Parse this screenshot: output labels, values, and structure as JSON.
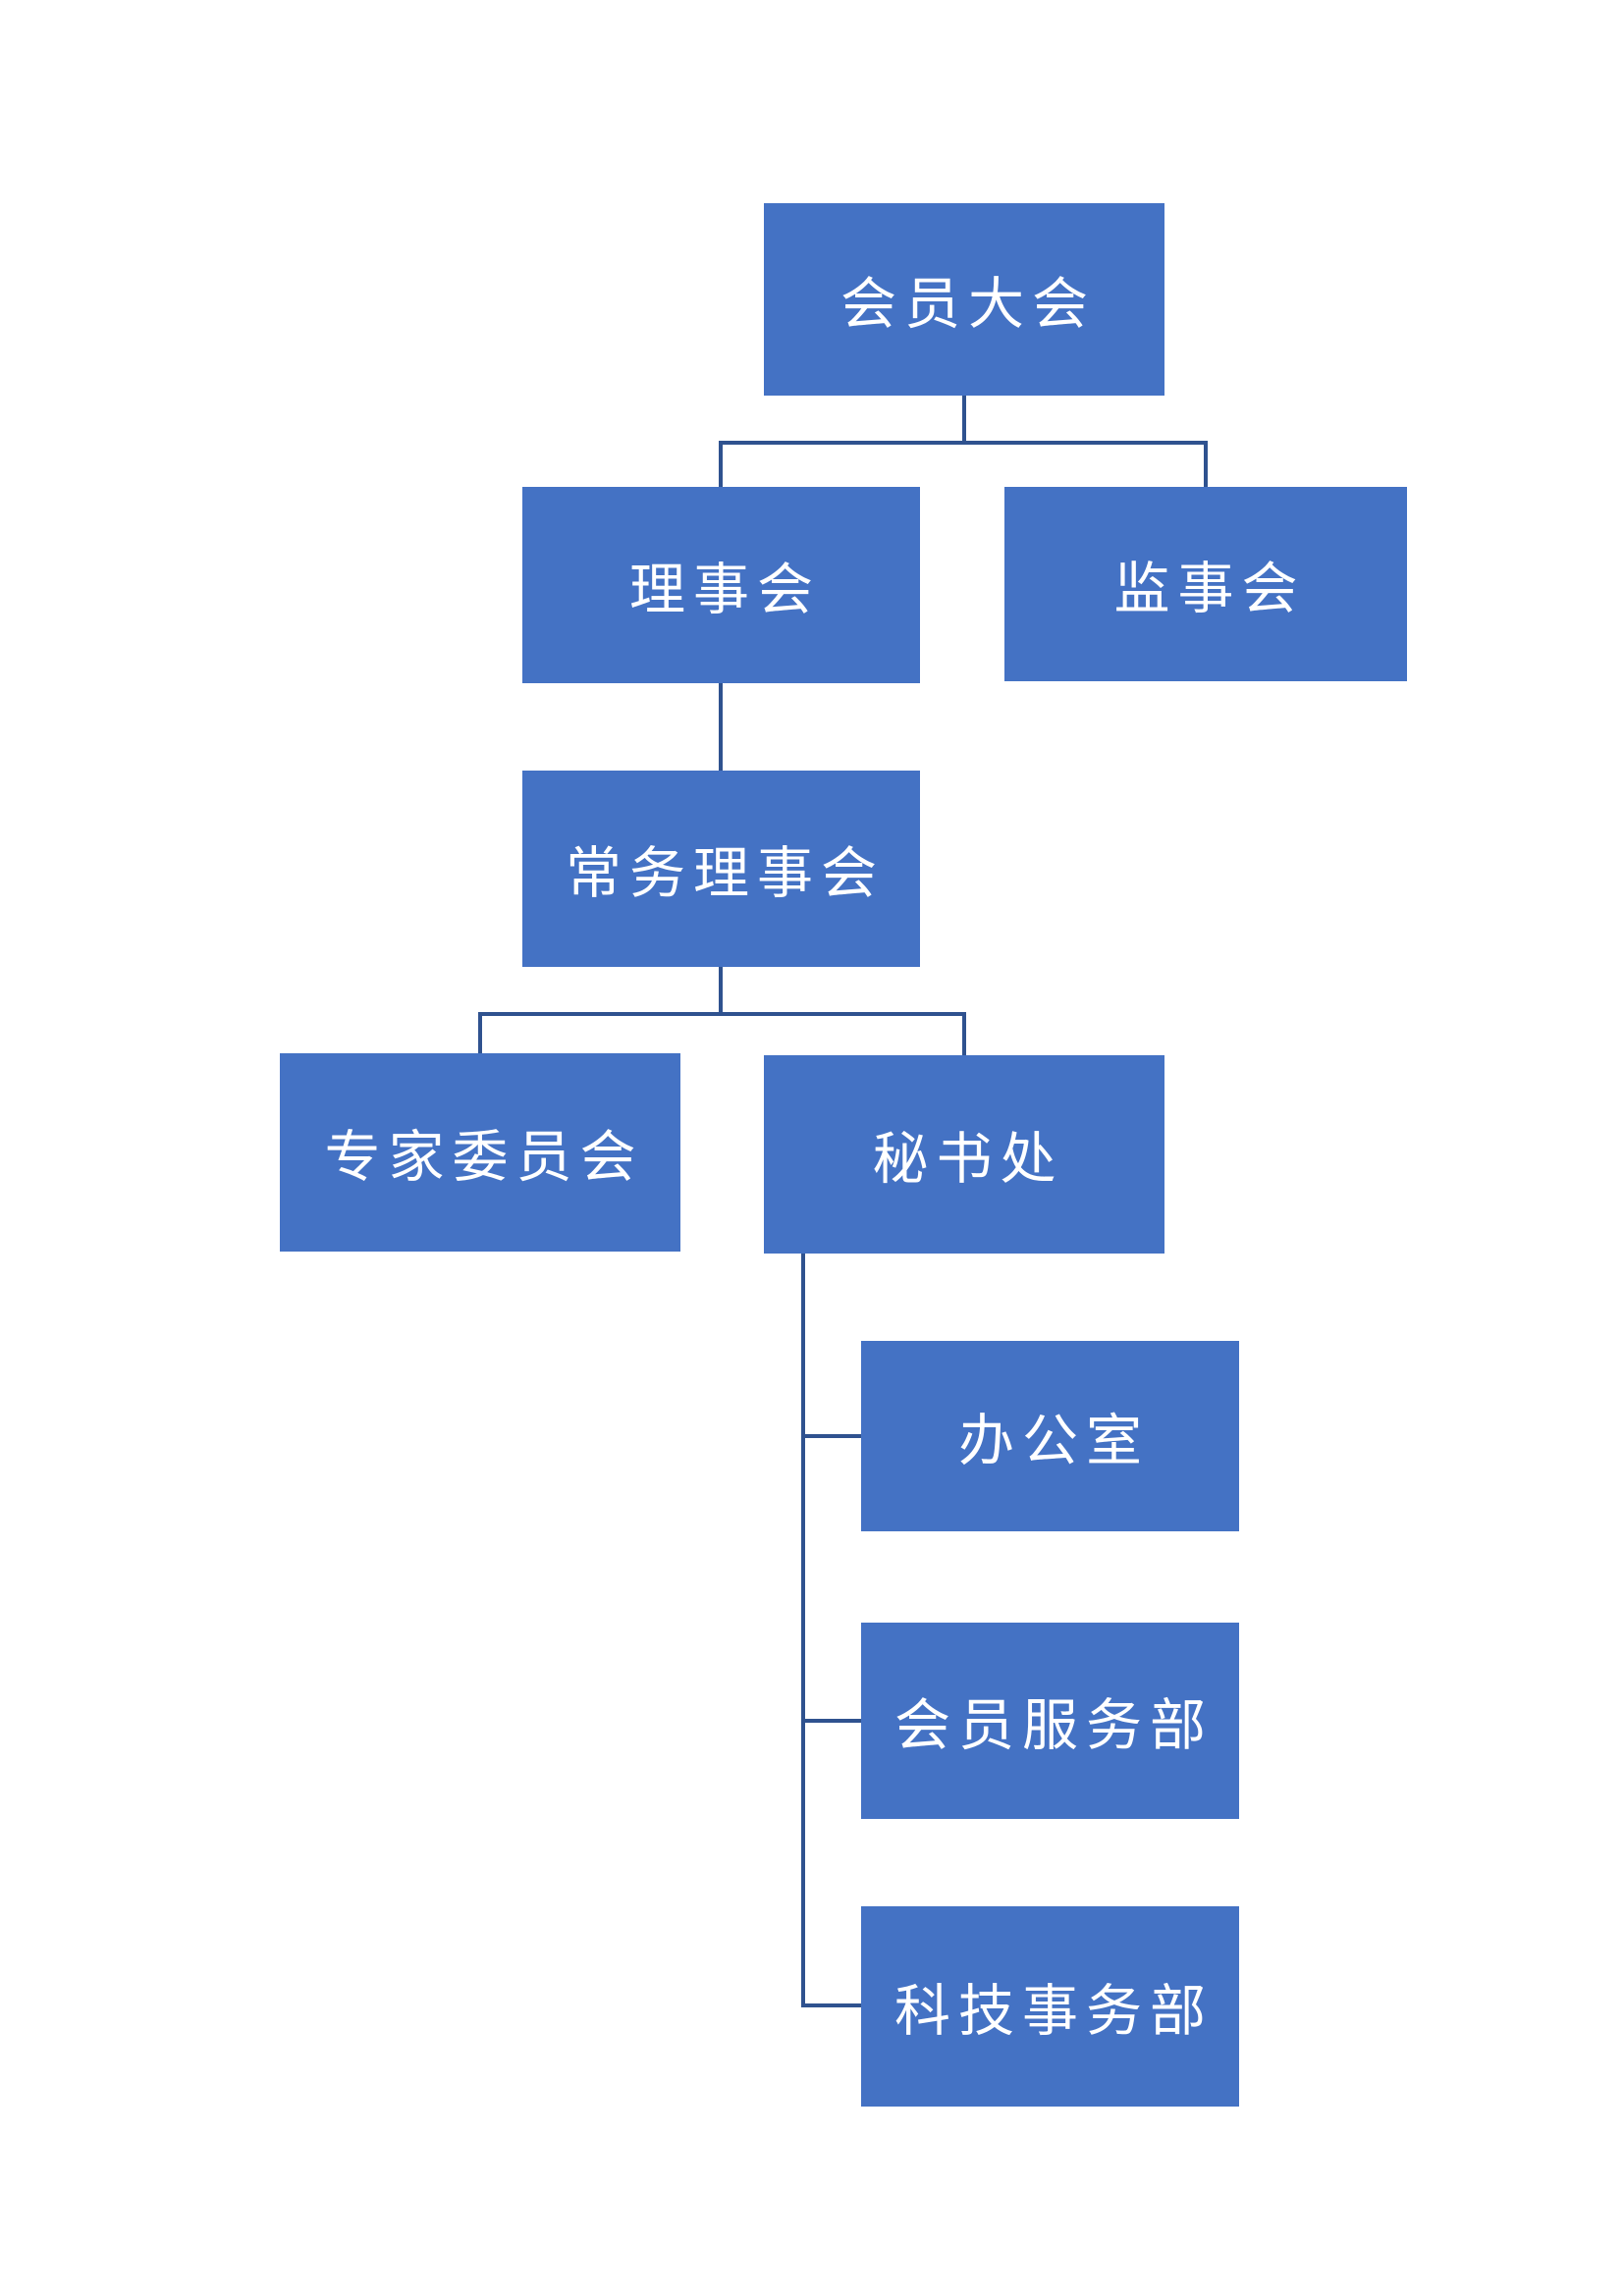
{
  "org_chart": {
    "nodes": [
      {
        "id": "member-assembly",
        "label": "会员大会"
      },
      {
        "id": "board-of-directors",
        "label": "理事会"
      },
      {
        "id": "supervisory-board",
        "label": "监事会"
      },
      {
        "id": "standing-council",
        "label": "常务理事会"
      },
      {
        "id": "expert-committee",
        "label": "专家委员会"
      },
      {
        "id": "secretariat",
        "label": "秘书处"
      },
      {
        "id": "office",
        "label": "办公室"
      },
      {
        "id": "member-service-dept",
        "label": "会员服务部"
      },
      {
        "id": "sci-tech-affairs-dept",
        "label": "科技事务部"
      }
    ],
    "edges": [
      {
        "from": "member-assembly",
        "to": "board-of-directors"
      },
      {
        "from": "member-assembly",
        "to": "supervisory-board"
      },
      {
        "from": "board-of-directors",
        "to": "standing-council"
      },
      {
        "from": "standing-council",
        "to": "expert-committee"
      },
      {
        "from": "standing-council",
        "to": "secretariat"
      },
      {
        "from": "secretariat",
        "to": "office"
      },
      {
        "from": "secretariat",
        "to": "member-service-dept"
      },
      {
        "from": "secretariat",
        "to": "sci-tech-affairs-dept"
      }
    ],
    "colors": {
      "box_fill": "#4472C4",
      "connector": "#2F528F",
      "text": "#FFFFFF",
      "background": "#FFFFFF"
    }
  }
}
